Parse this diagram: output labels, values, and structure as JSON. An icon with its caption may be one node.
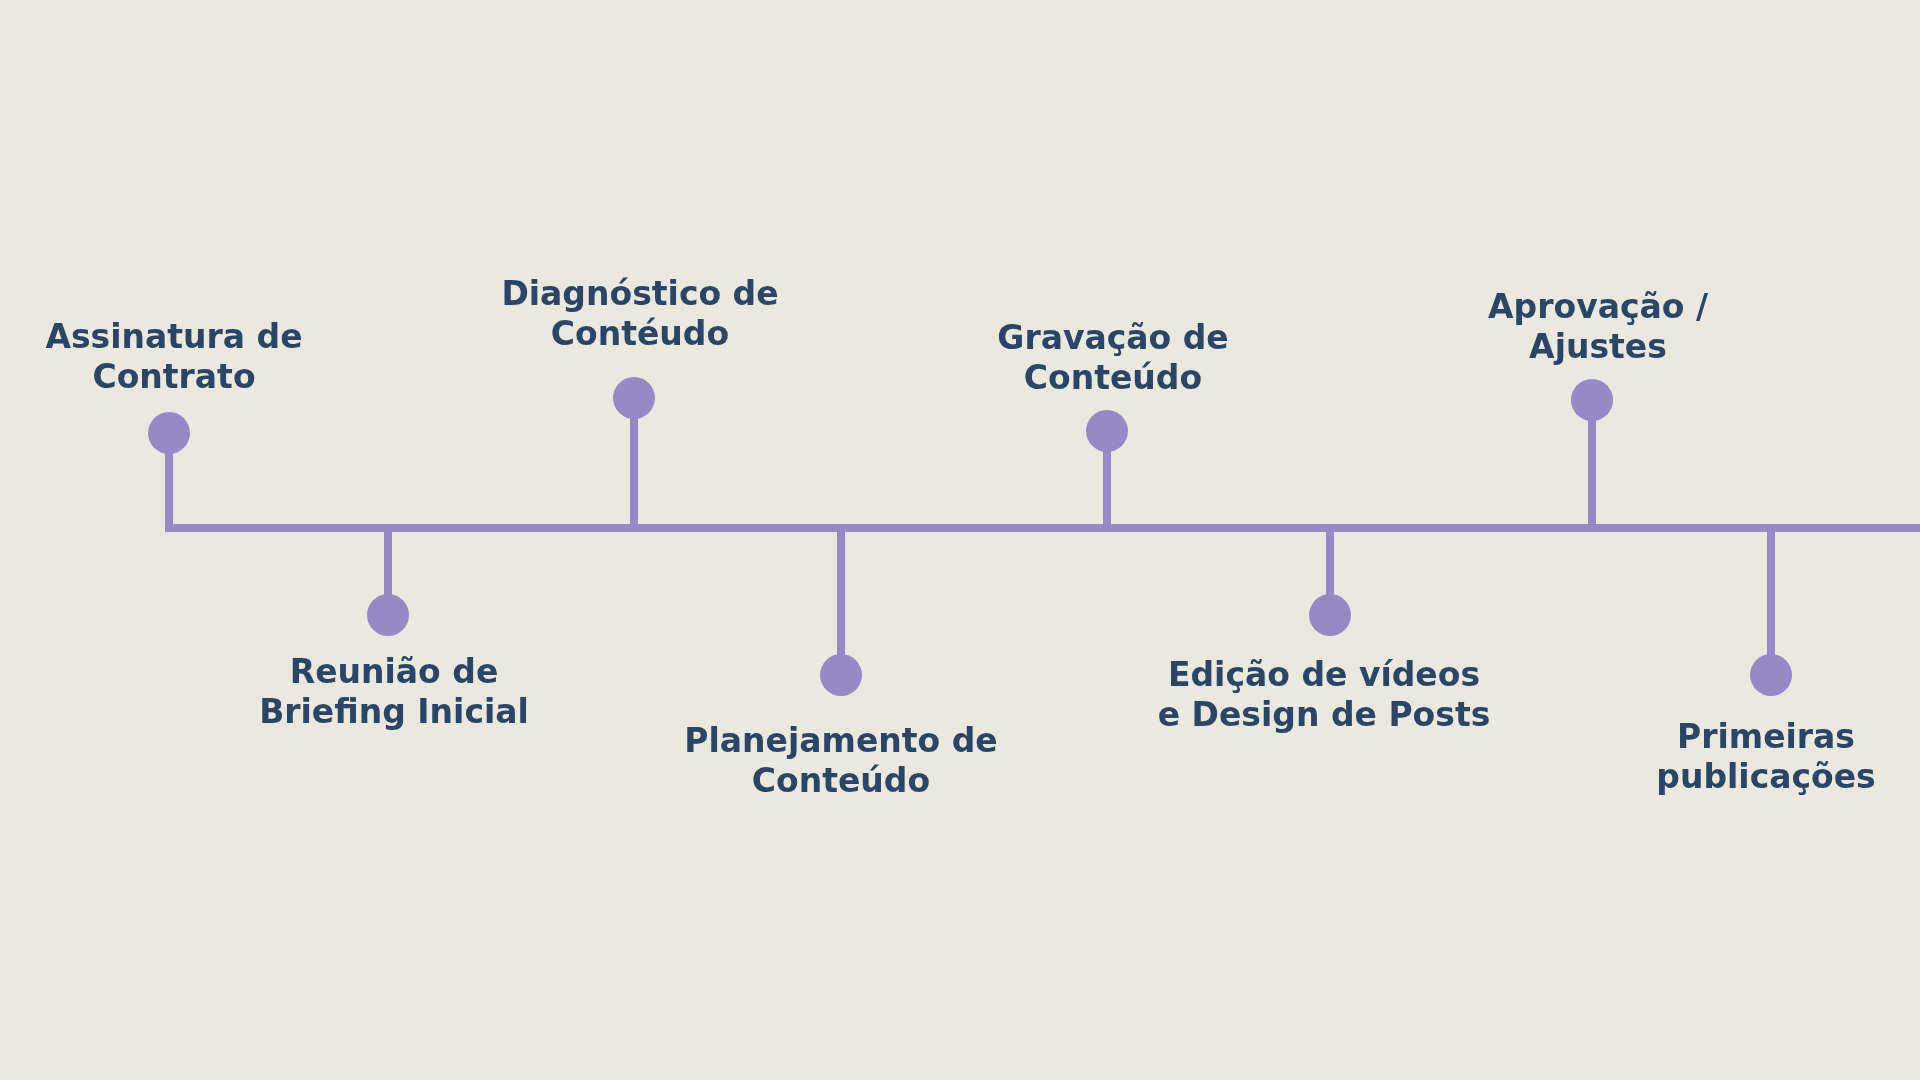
{
  "diagram": {
    "nodes": [
      {
        "text": [
          "Assinatura de Contrato"
        ]
      },
      {
        "text": [
          "Reunião de Briefing Inicial"
        ]
      },
      {
        "text": [
          "Diagnóstico de Contéudo"
        ]
      },
      {
        "text": [
          "Planejamento de Conteúdo"
        ]
      },
      {
        "text": [
          "Gravação de Conteúdo"
        ]
      },
      {
        "text": [
          "Edição de vídeos e Design de Posts"
        ]
      },
      {
        "text": [
          "Aprovação / Ajustes"
        ]
      },
      {
        "text": [
          "Primeiras publicações"
        ]
      }
    ]
  }
}
